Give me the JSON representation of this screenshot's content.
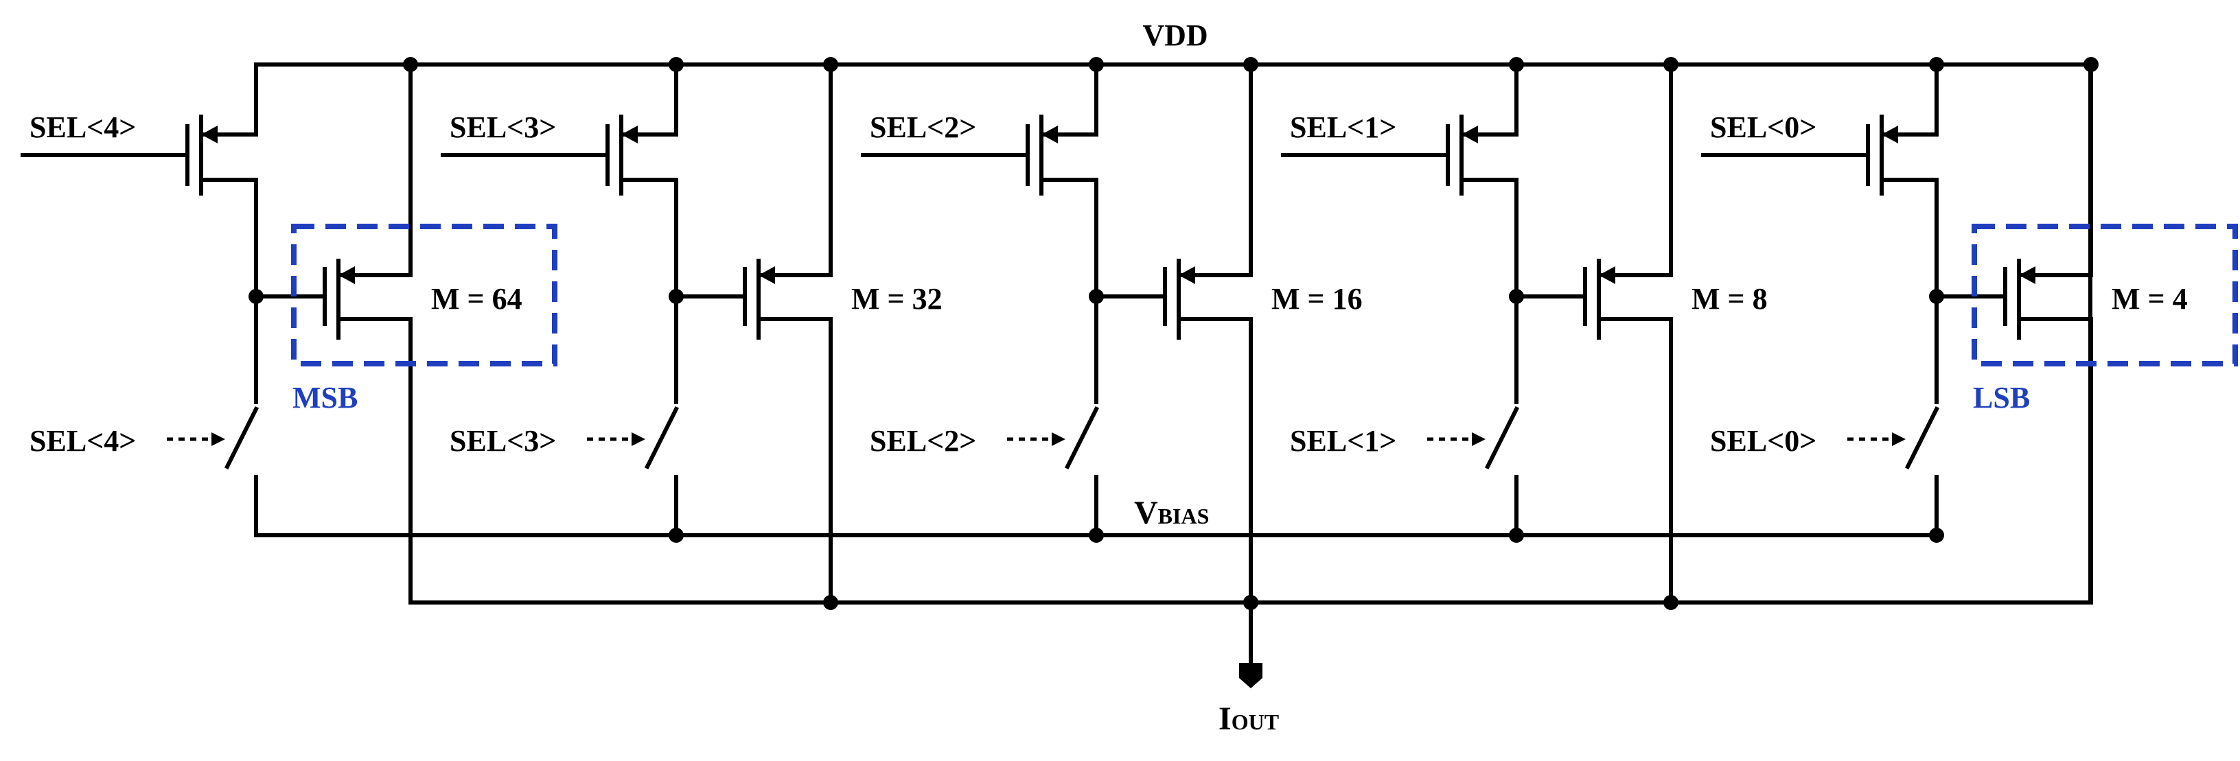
{
  "rails": {
    "supply": "VDD",
    "bias_main": "V",
    "bias_sub": "BIAS",
    "out_main": "I",
    "out_sub": "OUT"
  },
  "colors": {
    "wire": "#000000",
    "highlight": "#1f3fbf"
  },
  "cells": [
    {
      "sel_label": "SEL<4>",
      "switch_label": "SEL<4>",
      "multiplier": "M = 64",
      "tag": "MSB"
    },
    {
      "sel_label": "SEL<3>",
      "switch_label": "SEL<3>",
      "multiplier": "M = 32",
      "tag": ""
    },
    {
      "sel_label": "SEL<2>",
      "switch_label": "SEL<2>",
      "multiplier": "M = 16",
      "tag": ""
    },
    {
      "sel_label": "SEL<1>",
      "switch_label": "SEL<1>",
      "multiplier": "M = 8",
      "tag": ""
    },
    {
      "sel_label": "SEL<0>",
      "switch_label": "SEL<0>",
      "multiplier": "M = 4",
      "tag": "LSB"
    }
  ]
}
